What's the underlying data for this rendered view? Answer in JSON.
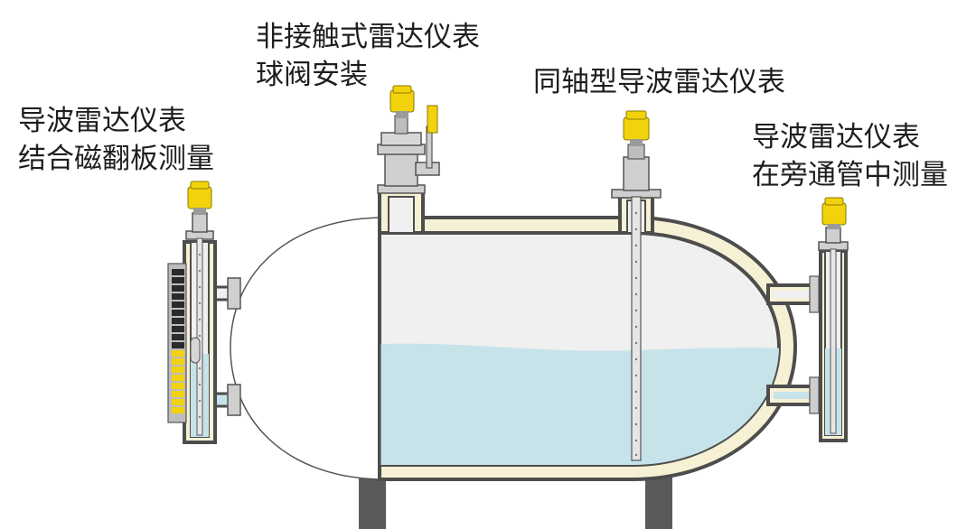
{
  "labels": {
    "magnetic": {
      "line1": "导波雷达仪表",
      "line2": "结合磁翻板测量"
    },
    "non_contact": {
      "line1": "非接触式雷达仪表",
      "line2": "球阀安装"
    },
    "coaxial": {
      "line1": "同轴型导波雷达仪表"
    },
    "bypass": {
      "line1": "导波雷达仪表",
      "line2": "在旁通管中测量"
    }
  },
  "colors": {
    "liquid": "#c6e3ea",
    "shell_outline": "#4d4d4d",
    "insulation": "#f6f1d4",
    "instrument_yellow": "#f2d20b",
    "flap_yellow": "#f2d20b",
    "flap_dark": "#2b2b2b",
    "steel_grey": "#cfcfcf"
  }
}
